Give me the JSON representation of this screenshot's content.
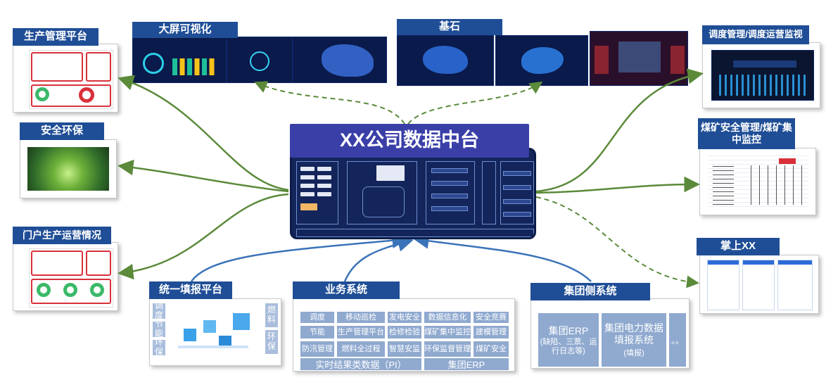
{
  "center": {
    "title": "XX公司数据中台"
  },
  "nodes": {
    "big_screen": "大屏可视化",
    "foundation": "基石",
    "prod_mgmt": "生产管理平台",
    "dispatch": "调度管理/调度运营监视",
    "safety_env": "安全环保",
    "coal_safety": "煤矿安全管理/煤矿集中监控",
    "portal": "门户生产运营情况",
    "mobile": "掌上XX",
    "fill_platform": "统一填报平台",
    "business": "业务系统",
    "group_side": "集团侧系统"
  },
  "fill_platform_items": [
    "调度",
    "节能",
    "环保",
    "燃料",
    "环保"
  ],
  "business_items": {
    "col1": [
      "调度",
      "节能",
      "防汛管理"
    ],
    "col2": [
      "移动巡检",
      "生产管理平台",
      "燃料全过程"
    ],
    "col3": [
      "发电安全",
      "检修检验",
      "智慧安监"
    ],
    "col4": [
      "数据信息化",
      "煤矿集中监控",
      "环保监督管理"
    ],
    "col5": [
      "安全竞赛",
      "建模管理",
      "煤矿安全"
    ],
    "bottom": [
      "实时结果类数据（PI）",
      "集团ERP"
    ]
  },
  "group_items": {
    "erp_title": "集团ERP",
    "erp_sub": "(缺陷、三票、运行日志等)",
    "power_fill": "集团电力数据填报系统",
    "power_fill_sub": "(填报)",
    "more": "。。"
  },
  "colors": {
    "tag": "#1f4e96",
    "green_arrow": "#5b8a3a",
    "blue_arrow": "#3a73b8",
    "cell": "#8fa9cf"
  }
}
